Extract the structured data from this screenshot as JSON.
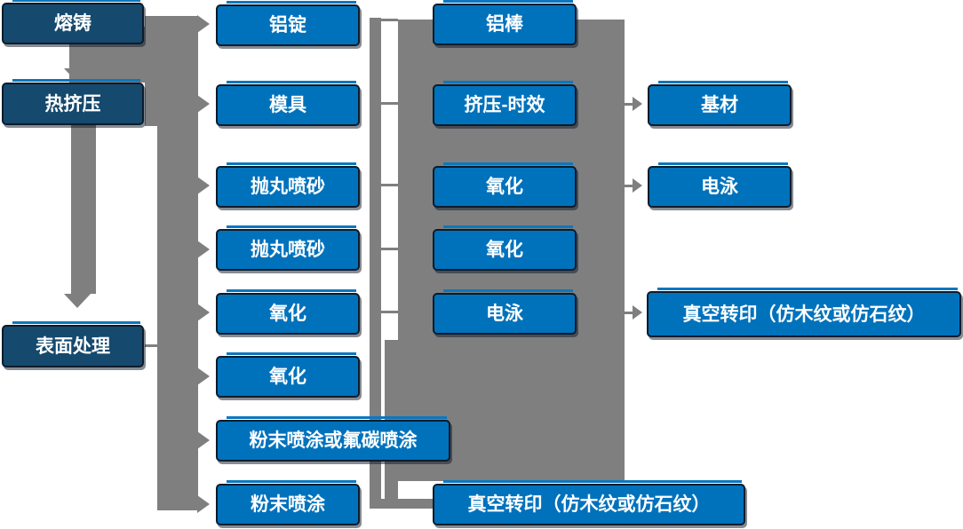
{
  "flow": {
    "stage_column": [
      "熔铸",
      "热挤压",
      "表面处理"
    ],
    "step_column": [
      "铝锭",
      "模具",
      "抛丸喷砂",
      "抛丸喷砂",
      "氧化",
      "氧化",
      "粉末喷涂或氟碳喷涂",
      "粉末喷涂"
    ],
    "treatment_column": [
      "铝棒",
      "挤压-时效",
      "氧化",
      "氧化",
      "电泳",
      "真空转印（仿木纹或仿石纹）"
    ],
    "output_column": [
      "基材",
      "电泳",
      "真空转印（仿木纹或仿石纹）"
    ]
  },
  "colors": {
    "box_blue": "#0072BC",
    "box_dark": "#15496E",
    "box_border": "#0D1B2A",
    "highlight_blue": "#0B77C0",
    "connector_gray": "#7F7F7F",
    "text_white": "#FFFFFF"
  }
}
